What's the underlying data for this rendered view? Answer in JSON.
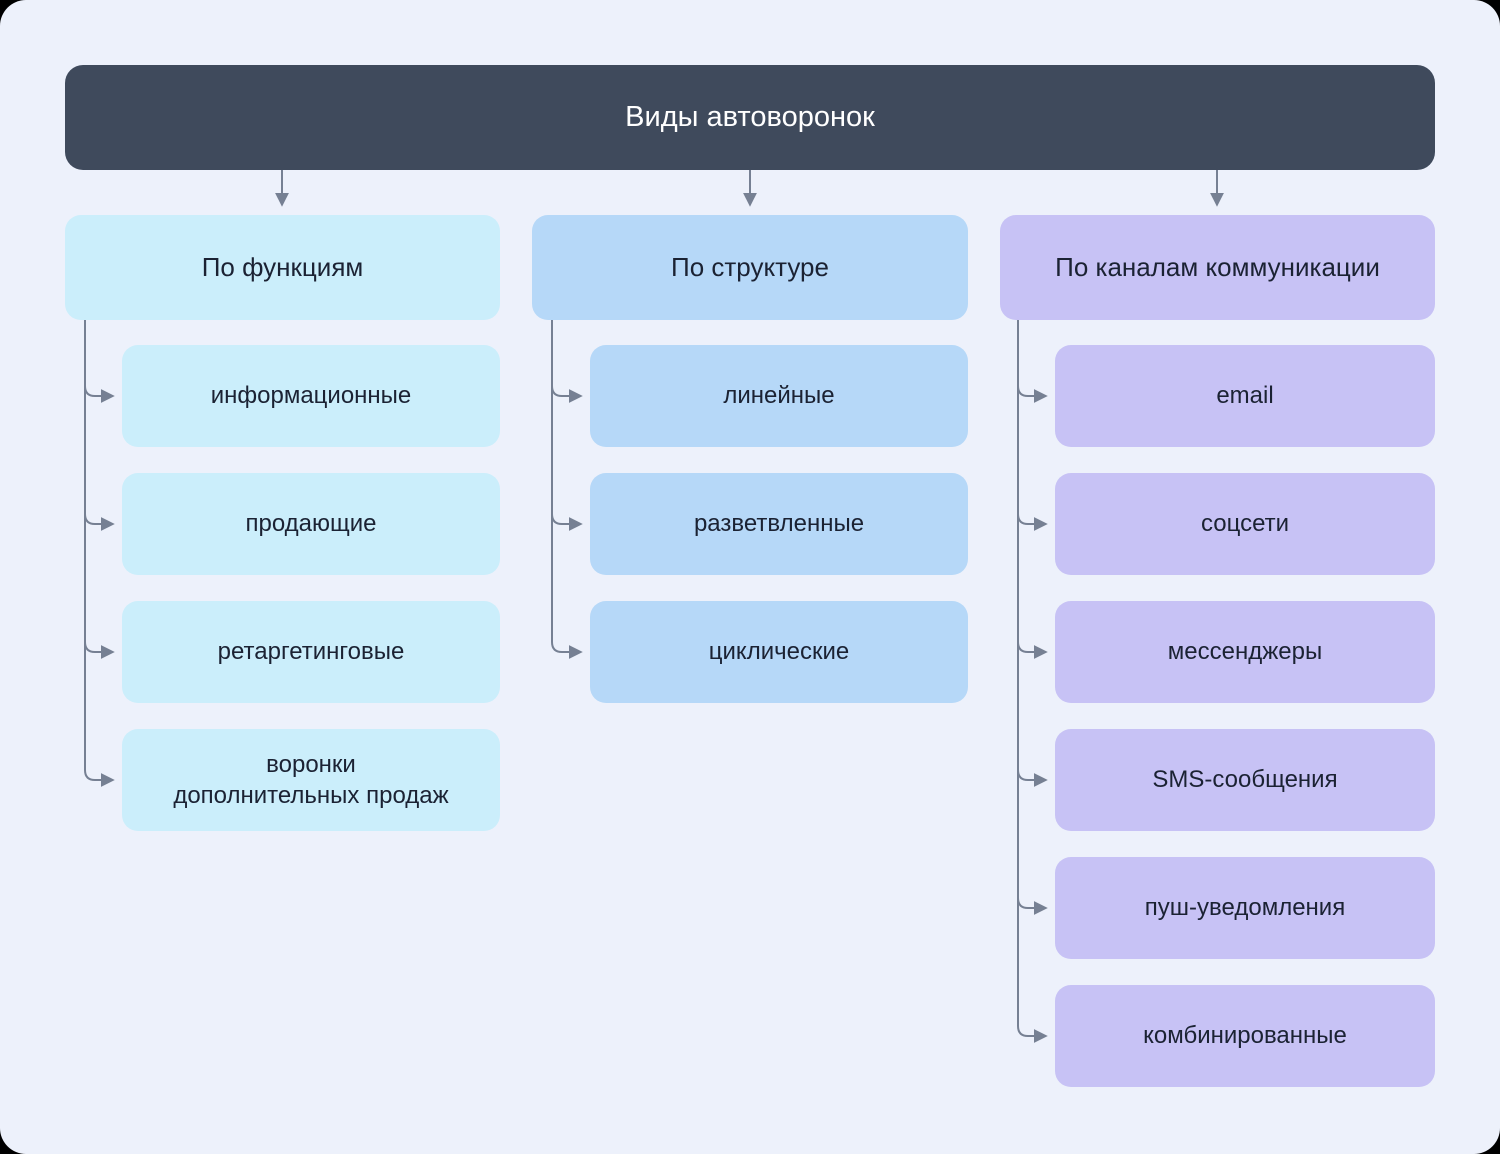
{
  "title": "Виды автоворонок",
  "columns": [
    {
      "label": "По функциям",
      "items": [
        "информационные",
        "продающие",
        "ретаргетинговые",
        "воронки\nдополнительных продаж"
      ]
    },
    {
      "label": "По структуре",
      "items": [
        "линейные",
        "разветвленные",
        "циклические"
      ]
    },
    {
      "label": "По каналам коммуникации",
      "items": [
        "email",
        "соцсети",
        "мессенджеры",
        "SMS-сообщения",
        "пуш-уведомления",
        "комбинированные"
      ]
    }
  ],
  "colors": {
    "header_bg": "#3f4a5c",
    "column1": "#cbeefb",
    "column2": "#b6d8f8",
    "column3": "#c7c2f5",
    "background": "#edf1fb",
    "connector": "#768093",
    "text": "#1b2233"
  }
}
